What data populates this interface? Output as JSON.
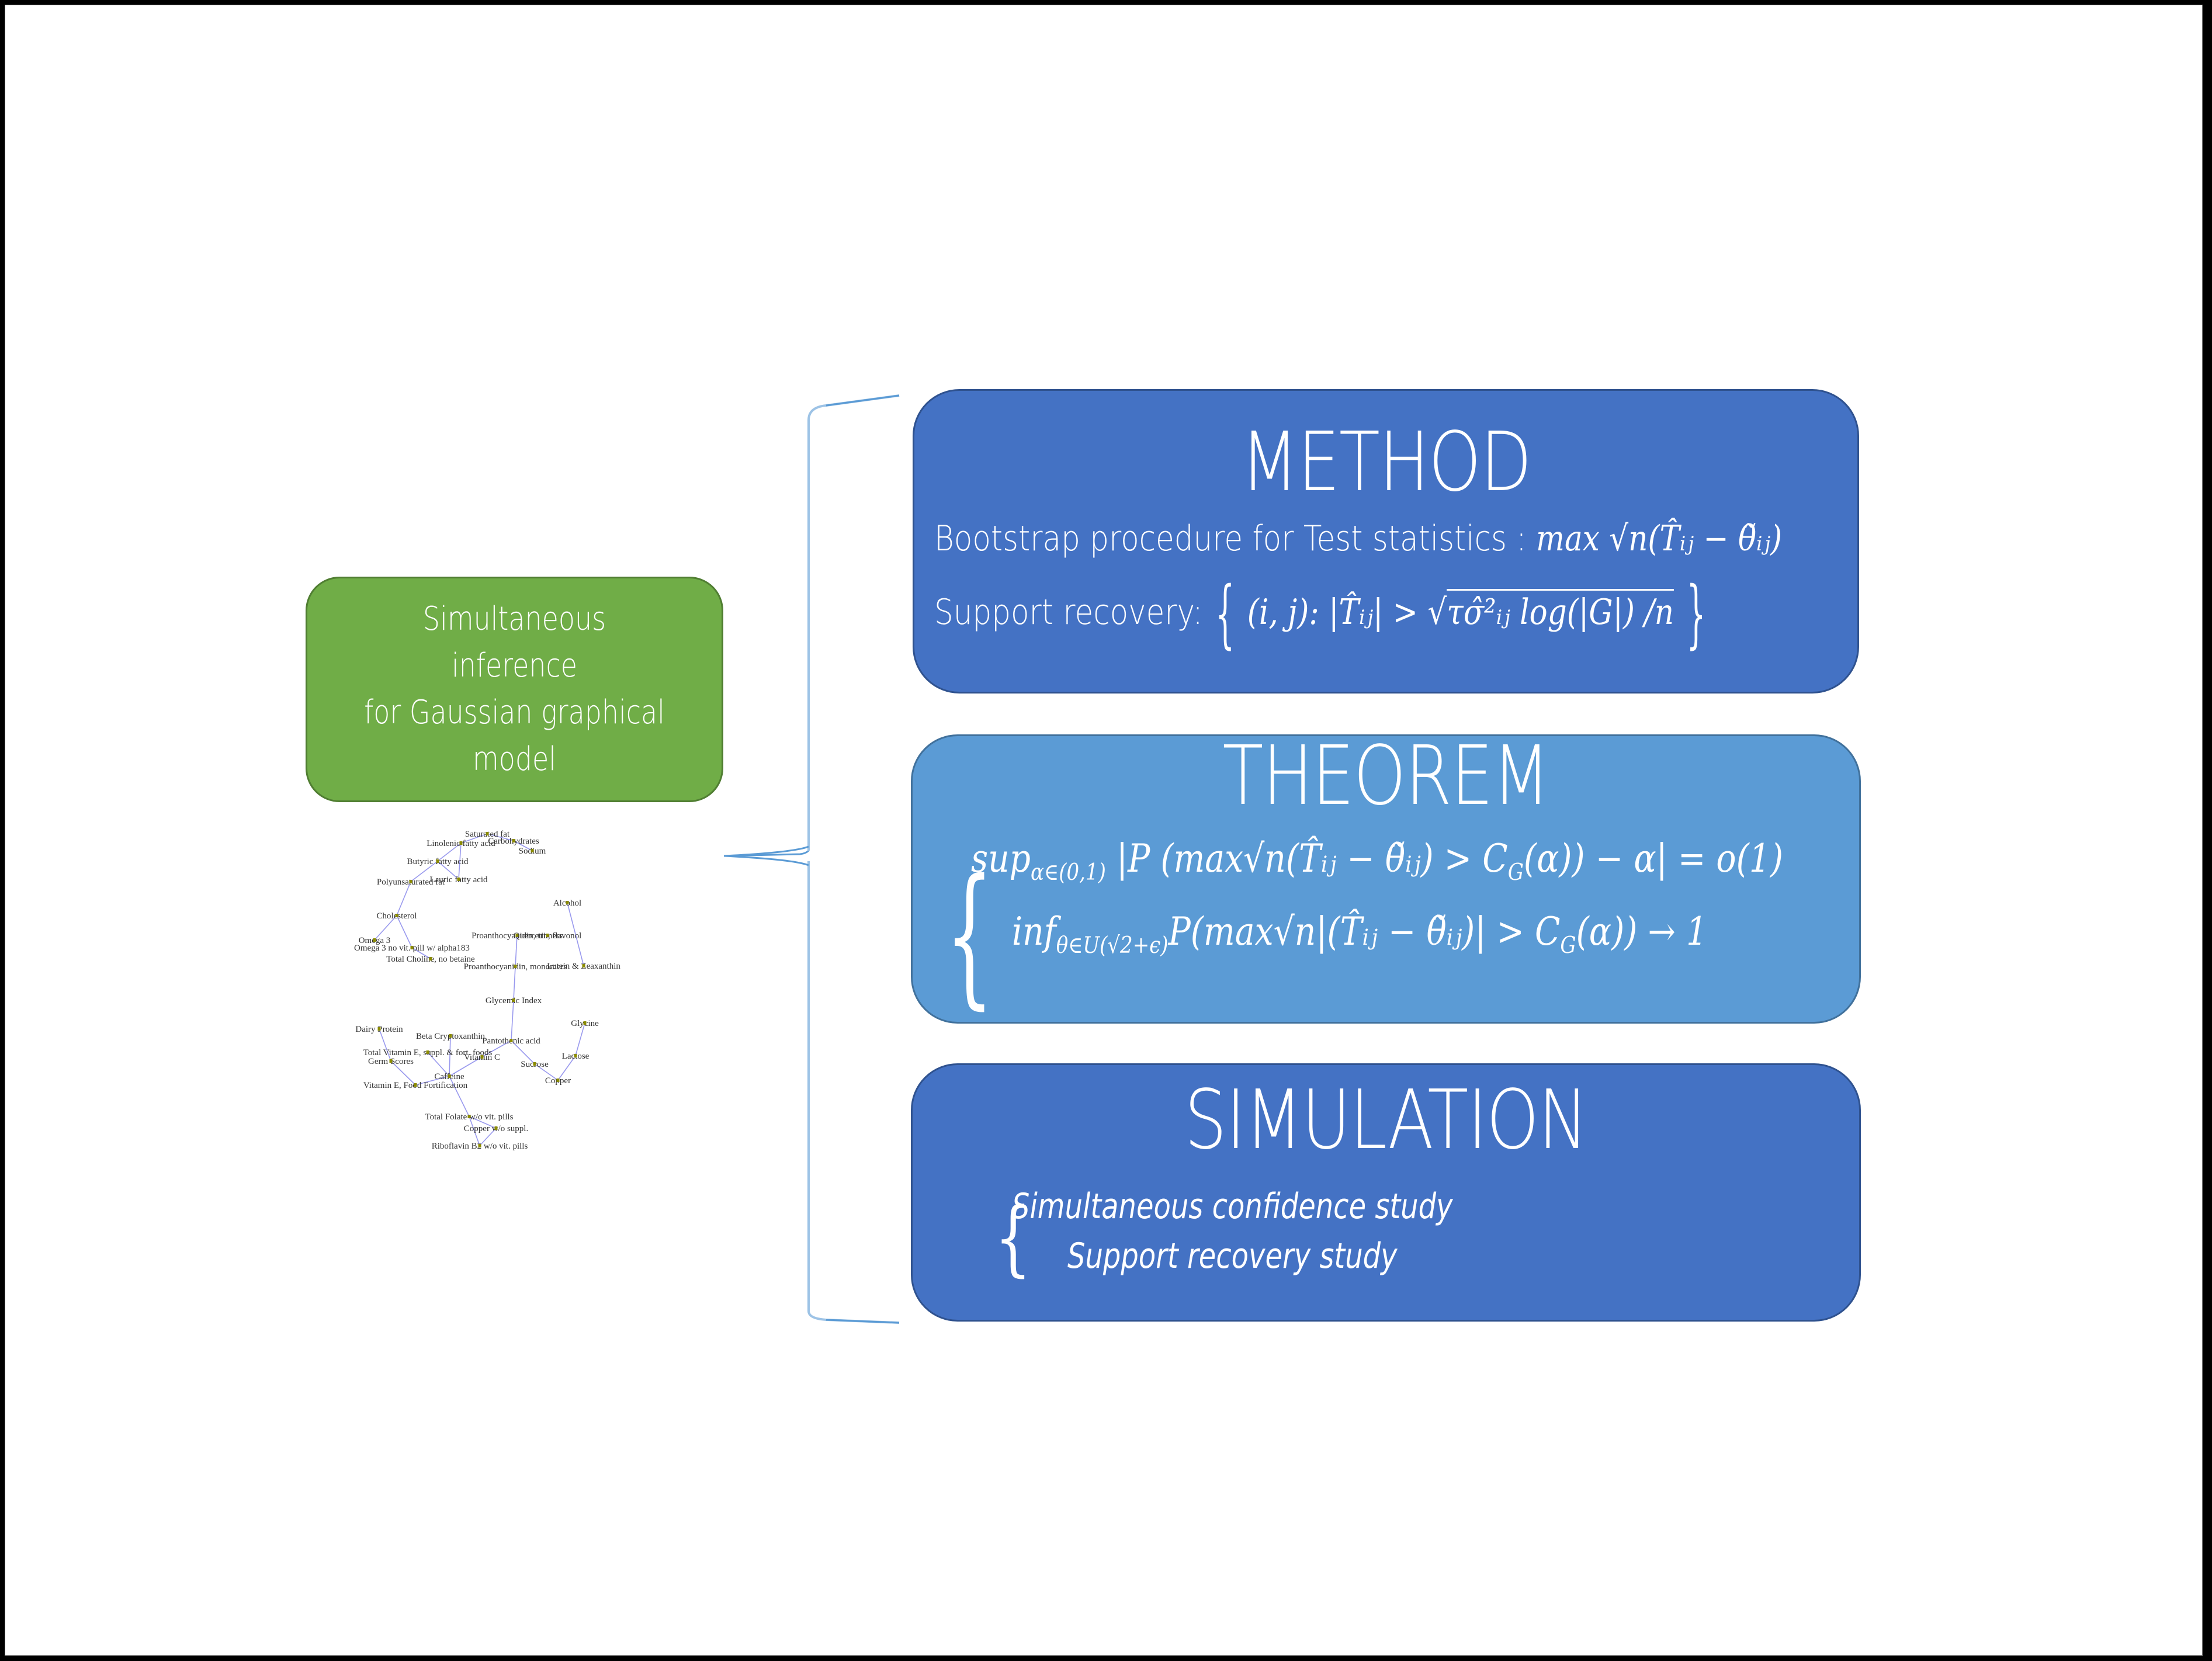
{
  "colors": {
    "frame": "#000000",
    "background": "#ffffff",
    "topic_box": "#70ad47",
    "method_box": "#4472c4",
    "theorem_box": "#5b9bd5",
    "simulation_box": "#4472c4",
    "bracket": "#5b9bd5",
    "graph_edge": "#9999ee",
    "graph_node": "#8b8b00"
  },
  "topic": {
    "lines": [
      "Simultaneous inference",
      "for Gaussian graphical",
      "model"
    ]
  },
  "network_graph": {
    "nodes": [
      {
        "id": "saturated_fat",
        "label": "Saturated fat"
      },
      {
        "id": "carbohydrates",
        "label": "Carbohydrates"
      },
      {
        "id": "sodium",
        "label": "Sodium"
      },
      {
        "id": "linolenic",
        "label": "Linolenic fatty acid"
      },
      {
        "id": "butyric",
        "label": "Butyric fatty acid"
      },
      {
        "id": "lauric",
        "label": "Lauric fatty acid"
      },
      {
        "id": "polyunsat",
        "label": "Polyunsaturated fat"
      },
      {
        "id": "cholesterol",
        "label": "Cholesterol"
      },
      {
        "id": "omega3",
        "label": "Omega 3"
      },
      {
        "id": "omega3_pill",
        "label": "Omega 3 no vit. pill w/ alpha183"
      },
      {
        "id": "choline",
        "label": "Total Choline, no betaine"
      },
      {
        "id": "alcohol",
        "label": "Alcohol"
      },
      {
        "id": "proantho_trimers",
        "label": "Proanthocyanidin, trimers"
      },
      {
        "id": "quercetin",
        "label": "Quercetin, flavonol"
      },
      {
        "id": "proantho_monomers",
        "label": "Proanthocyanidin, monomers"
      },
      {
        "id": "lutein",
        "label": "Lutein & Zeaxanthin"
      },
      {
        "id": "glycemic",
        "label": "Glycemic Index"
      },
      {
        "id": "glycine",
        "label": "Glycine"
      },
      {
        "id": "dairy_protein",
        "label": "Dairy Protein"
      },
      {
        "id": "beta_crypto",
        "label": "Beta Cryptoxanthin"
      },
      {
        "id": "pantothenic",
        "label": "Pantothenic acid"
      },
      {
        "id": "total_vit_e",
        "label": "Total Vitamin E, suppl. & fort. foods"
      },
      {
        "id": "vitamin_c",
        "label": "Vitamin C"
      },
      {
        "id": "lactose",
        "label": "Lactose"
      },
      {
        "id": "germ_scores",
        "label": "Germ Scores"
      },
      {
        "id": "sucrose",
        "label": "Sucrose"
      },
      {
        "id": "caffeine",
        "label": "Caffeine"
      },
      {
        "id": "copper",
        "label": "Copper"
      },
      {
        "id": "vit_e_fort",
        "label": "Vitamin E, Food Fortification"
      },
      {
        "id": "folate",
        "label": "Total Folate w/o vit. pills"
      },
      {
        "id": "copper_wo",
        "label": "Copper w/o suppl."
      },
      {
        "id": "riboflavin",
        "label": "Riboflavin B2 w/o vit. pills"
      }
    ],
    "edges": [
      [
        "saturated_fat",
        "linolenic"
      ],
      [
        "saturated_fat",
        "carbohydrates"
      ],
      [
        "carbohydrates",
        "sodium"
      ],
      [
        "linolenic",
        "butyric"
      ],
      [
        "linolenic",
        "lauric"
      ],
      [
        "butyric",
        "lauric"
      ],
      [
        "butyric",
        "polyunsat"
      ],
      [
        "polyunsat",
        "cholesterol"
      ],
      [
        "cholesterol",
        "omega3"
      ],
      [
        "cholesterol",
        "omega3_pill"
      ],
      [
        "omega3_pill",
        "choline"
      ],
      [
        "alcohol",
        "lutein"
      ],
      [
        "proantho_trimers",
        "proantho_monomers"
      ],
      [
        "proantho_monomers",
        "glycemic"
      ],
      [
        "glycemic",
        "pantothenic"
      ],
      [
        "pantothenic",
        "vitamin_c"
      ],
      [
        "pantothenic",
        "sucrose"
      ],
      [
        "sucrose",
        "copper"
      ],
      [
        "copper",
        "lactose"
      ],
      [
        "lactose",
        "glycine"
      ],
      [
        "dairy_protein",
        "germ_scores"
      ],
      [
        "germ_scores",
        "vit_e_fort"
      ],
      [
        "vit_e_fort",
        "caffeine"
      ],
      [
        "beta_crypto",
        "caffeine"
      ],
      [
        "total_vit_e",
        "caffeine"
      ],
      [
        "vitamin_c",
        "caffeine"
      ],
      [
        "caffeine",
        "folate"
      ],
      [
        "folate",
        "copper_wo"
      ],
      [
        "folate",
        "riboflavin"
      ],
      [
        "copper_wo",
        "riboflavin"
      ]
    ]
  },
  "method": {
    "title": "METHOD",
    "line1_label": "Bootstrap  procedure for  Test statistics :",
    "line1_math": "max √n(T̂ᵢⱼ − θ̃ᵢⱼ)",
    "line2_label": "Support  recovery:",
    "line2_math_set": "(i, j):  |T̂ᵢⱼ| >",
    "line2_math_sqrt": "τσ̂²ᵢⱼ log(|G|) /n"
  },
  "theorem": {
    "title": "THEOREM",
    "line1": {
      "op": "sup",
      "op_sub": "α∈(0,1)",
      "body": "|P (max√n(T̂ᵢⱼ − θ̃ᵢⱼ) > C",
      "c_sub": "G",
      "tail": "(α)) − α| = o(1)"
    },
    "line2": {
      "op": "inf",
      "op_sub": "θ∈U(√2+ϵ)",
      "body": "P(max√n|(T̂ᵢⱼ − θ̃ᵢⱼ)| > C",
      "c_sub": "G",
      "tail": "(α)) → 1"
    }
  },
  "simulation": {
    "title": "SIMULATION",
    "items": [
      "Simultaneous confidence  study",
      "Support recovery  study"
    ]
  }
}
